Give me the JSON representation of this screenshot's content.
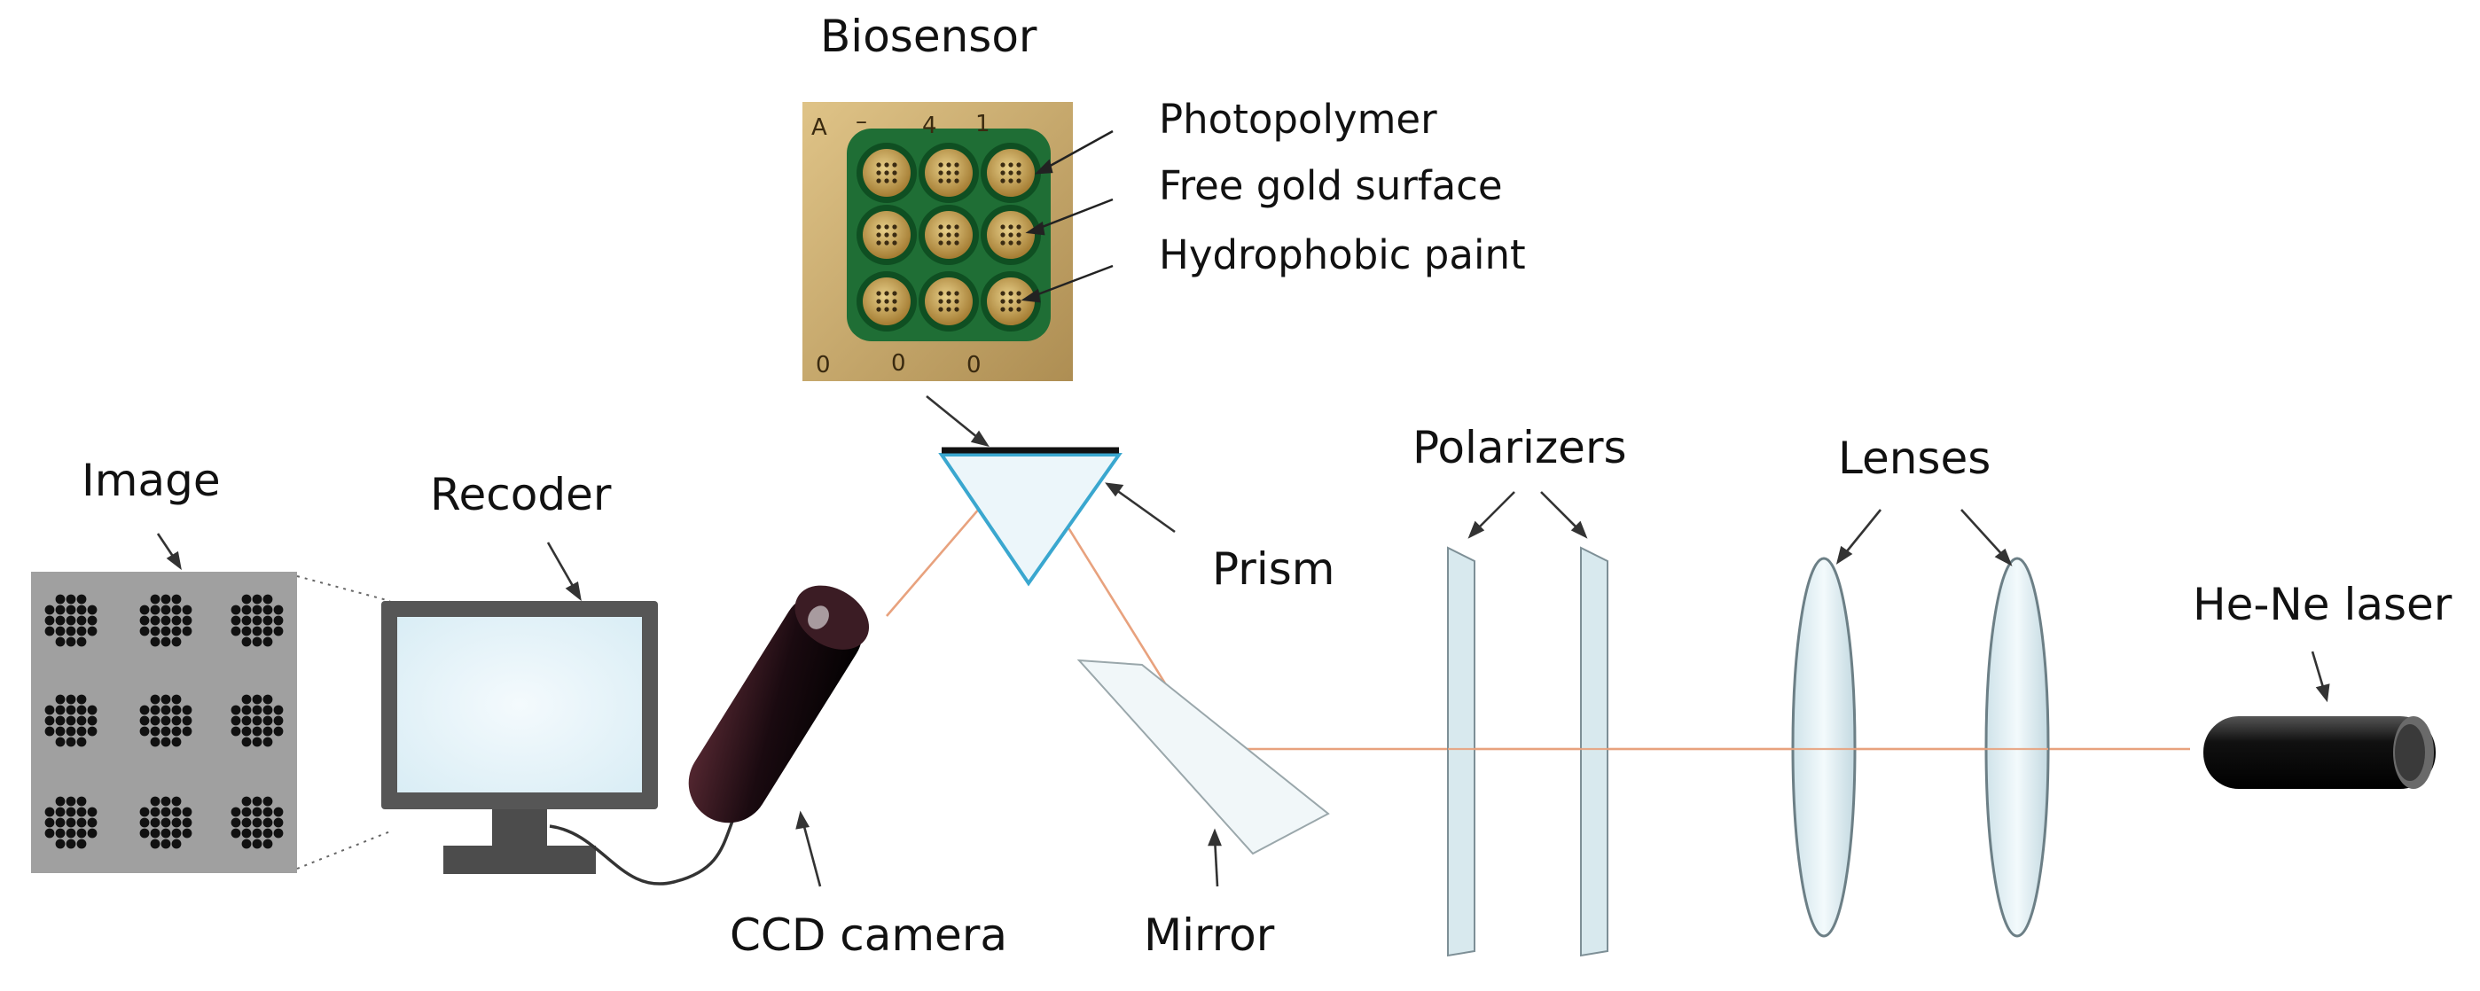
{
  "labels": {
    "biosensor": "Biosensor",
    "photopolymer": "Photopolymer",
    "free_gold": "Free gold surface",
    "hydrophobic": "Hydrophobic paint",
    "image": "Image",
    "recoder": "Recoder",
    "prism": "Prism",
    "polarizers": "Polarizers",
    "lenses": "Lenses",
    "laser": "He-Ne laser",
    "ccd": "CCD camera",
    "mirror": "Mirror"
  },
  "chip_marks": [
    "A",
    "–",
    "4",
    "1",
    "0",
    "0",
    "0"
  ],
  "colors": {
    "beam": "#e8a27e",
    "prism_outline": "#3aa7cf",
    "chip_green": "#1f6e35",
    "chip_gold": "#c9a456"
  },
  "icons": [
    "monitor-icon",
    "ccd-camera-icon",
    "laser-icon",
    "prism-icon",
    "mirror-icon",
    "polarizer-icon",
    "lens-icon"
  ]
}
